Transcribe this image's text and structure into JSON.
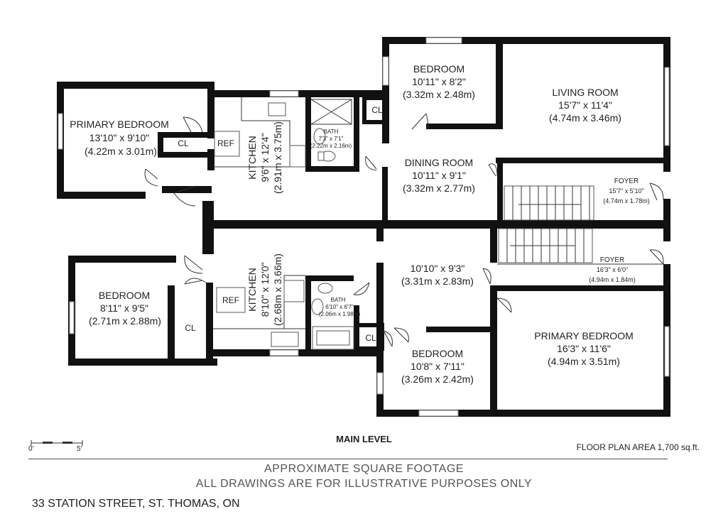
{
  "plan": {
    "title": "MAIN LEVEL",
    "area": "FLOOR PLAN AREA 1,700 sq.ft.",
    "scale": {
      "start": "0'",
      "end": "5'"
    },
    "disclaimer_line1": "APPROXIMATE SQUARE FOOTAGE",
    "disclaimer_line2": "ALL DRAWINGS ARE FOR ILLUSTRATIVE PURPOSES ONLY",
    "address": "33 STATION STREET, ST. THOMAS, ON"
  },
  "upper_unit": {
    "primary_bedroom": {
      "name": "PRIMARY BEDROOM",
      "imperial": "13'10\" x 9'10\"",
      "metric": "(4.22m x 3.01m)"
    },
    "closet": "CL",
    "fridge": "REF",
    "kitchen": {
      "name": "KITCHEN",
      "imperial": "9'6\" x 12'4\"",
      "metric": "(2.91m x 3.75m)"
    },
    "bath": {
      "name": "BATH",
      "imperial": "7'3\" x 7'1\"",
      "metric": "(2.22m x 2.16m)"
    },
    "bath_closet": "CL",
    "bedroom": {
      "name": "BEDROOM",
      "imperial": "10'11\" x 8'2\"",
      "metric": "(3.32m x 2.48m)"
    },
    "dining": {
      "name": "DINING ROOM",
      "imperial": "10'11\" x 9'1\"",
      "metric": "(3.32m x 2.77m)"
    },
    "living": {
      "name": "LIVING ROOM",
      "imperial": "15'7\" x 11'4\"",
      "metric": "(4.74m x 3.46m)"
    },
    "foyer": {
      "name": "FOYER",
      "imperial": "15'7\" x 5'10\"",
      "metric": "(4.74m x 1.78m)"
    }
  },
  "lower_unit": {
    "bedroom_left": {
      "name": "BEDROOM",
      "imperial": "8'11\" x 9'5\"",
      "metric": "(2.71m x 2.88m)"
    },
    "closet": "CL",
    "fridge": "REF",
    "kitchen": {
      "name": "KITCHEN",
      "imperial": "8'10\" x 12'0\"",
      "metric": "(2.68m x 3.66m)"
    },
    "bath": {
      "name": "BATH",
      "imperial": "6'10\" x 6'7\"",
      "metric": "(2.06m x 1.98m)"
    },
    "bath_closet": "CL",
    "center_room": {
      "imperial": "10'10\" x 9'3\"",
      "metric": "(3.31m x 2.83m)"
    },
    "bedroom_right": {
      "name": "BEDROOM",
      "imperial": "10'8\" x 7'11\"",
      "metric": "(3.26m x 2.42m)"
    },
    "foyer": {
      "name": "FOYER",
      "imperial": "16'3\" x 6'0\"",
      "metric": "(4.94m x 1.84m)"
    },
    "primary_bedroom": {
      "name": "PRIMARY BEDROOM",
      "imperial": "16'3\" x 11'6\"",
      "metric": "(4.94m x 3.51m)"
    }
  }
}
